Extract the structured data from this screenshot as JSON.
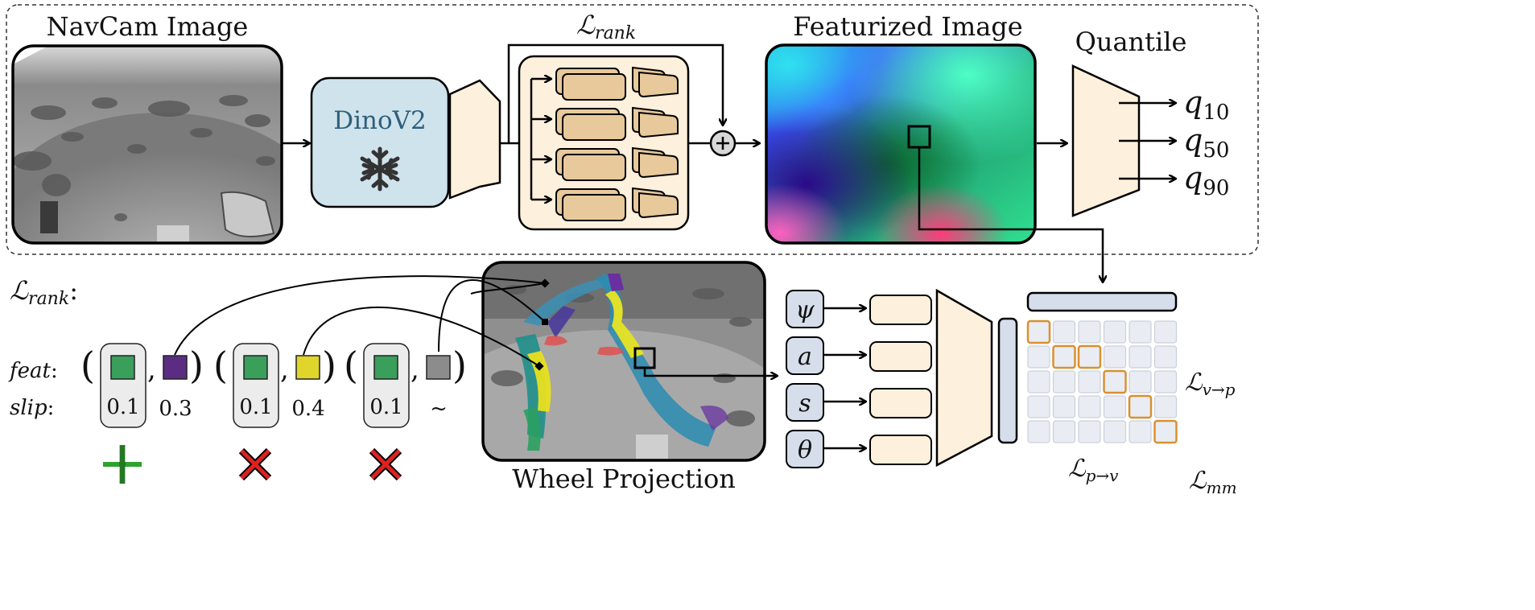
{
  "titles": {
    "navcam": "NavCam Image",
    "featurized": "Featurized Image",
    "quantile": "Quantile",
    "wheel_projection": "Wheel Projection",
    "backbone": "DinoV2"
  },
  "icons": {
    "backbone_frozen": "snowflake-icon",
    "sum": "plus-circle-icon"
  },
  "losses": {
    "rank_top": {
      "main": "ℒ",
      "sub": "rank"
    },
    "rank_left": {
      "main": "ℒ",
      "sub": "rank",
      "suffix": ":"
    },
    "v_to_p": {
      "main": "ℒ",
      "sub": "v→p"
    },
    "p_to_v": {
      "main": "ℒ",
      "sub": "p→v"
    },
    "mm": {
      "main": "ℒ",
      "sub": "mm"
    }
  },
  "quantile_outputs": [
    {
      "main": "q",
      "sub": "10"
    },
    {
      "main": "q",
      "sub": "50"
    },
    {
      "main": "q",
      "sub": "90"
    }
  ],
  "proprio_inputs": [
    "ψ",
    "a",
    "s",
    "θ"
  ],
  "rank_rows": {
    "feat": "feat",
    "slip": "slip",
    "colon": ":"
  },
  "rank_pairs": [
    {
      "anchor_color": "#3a9f5a",
      "other_color": "#5a2d82",
      "anchor_slip": "0.1",
      "other_slip": "0.3",
      "verdict": "plus"
    },
    {
      "anchor_color": "#3a9f5a",
      "other_color": "#e0d52a",
      "anchor_slip": "0.1",
      "other_slip": "0.4",
      "verdict": "cross"
    },
    {
      "anchor_color": "#3a9f5a",
      "other_color": "#8c8c8c",
      "anchor_slip": "0.1",
      "other_slip": "~",
      "verdict": "cross"
    }
  ],
  "punctuation": {
    "open": "(",
    "close": ")",
    "comma": ","
  },
  "colors": {
    "dino_fill": "#cfe3ec",
    "dino_text": "#2f5f7c",
    "encoder_fill": "#fdf0dc",
    "head_fill": "#e8c99c",
    "proprio_fill": "#d5deea",
    "grid_cell": "#e9edf3",
    "grid_highlight": "#d99030",
    "plus": "#2ea32e",
    "cross": "#e02020"
  },
  "similarity_highlights": [
    [
      0,
      0
    ],
    [
      1,
      1
    ],
    [
      1,
      2
    ],
    [
      2,
      3
    ],
    [
      3,
      4
    ],
    [
      4,
      5
    ]
  ]
}
